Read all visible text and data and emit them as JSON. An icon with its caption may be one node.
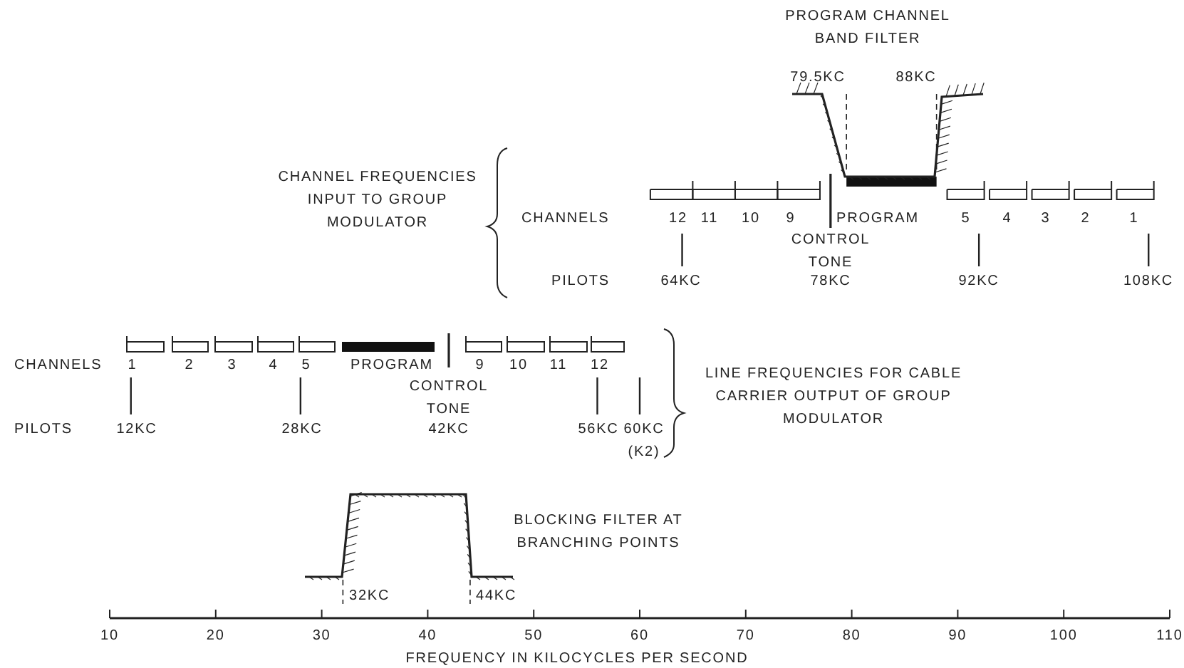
{
  "diagram": {
    "labels": [
      "PROGRAM CHANNEL BAND FILTER",
      "79.5KC",
      "88KC",
      "CHANNEL FREQUENCIES INPUT TO GROUP MODULATOR",
      "CHANNELS",
      "12",
      "11",
      "10",
      "9",
      "PROGRAM",
      "5",
      "4",
      "3",
      "2",
      "1",
      "CONTROL TONE",
      "PILOTS",
      "64KC",
      "78KC",
      "92KC",
      "108KC",
      "LINE FREQUENCIES FOR CABLE CARRIER OUTPUT OF GROUP MODULATOR",
      "CHANNELS",
      "1",
      "2",
      "3",
      "4",
      "5",
      "PROGRAM",
      "9",
      "10",
      "11",
      "12",
      "CONTROL TONE",
      "PILOTS",
      "12KC",
      "28KC",
      "42KC",
      "56KC",
      "60KC",
      "(K2)",
      "BLOCKING FILTER AT BRANCHING POINTS",
      "32KC",
      "44KC",
      "10",
      "20",
      "30",
      "40",
      "50",
      "60",
      "70",
      "80",
      "90",
      "100",
      "110",
      "FREQUENCY IN KILOCYCLES PER SECOND"
    ]
  }
}
